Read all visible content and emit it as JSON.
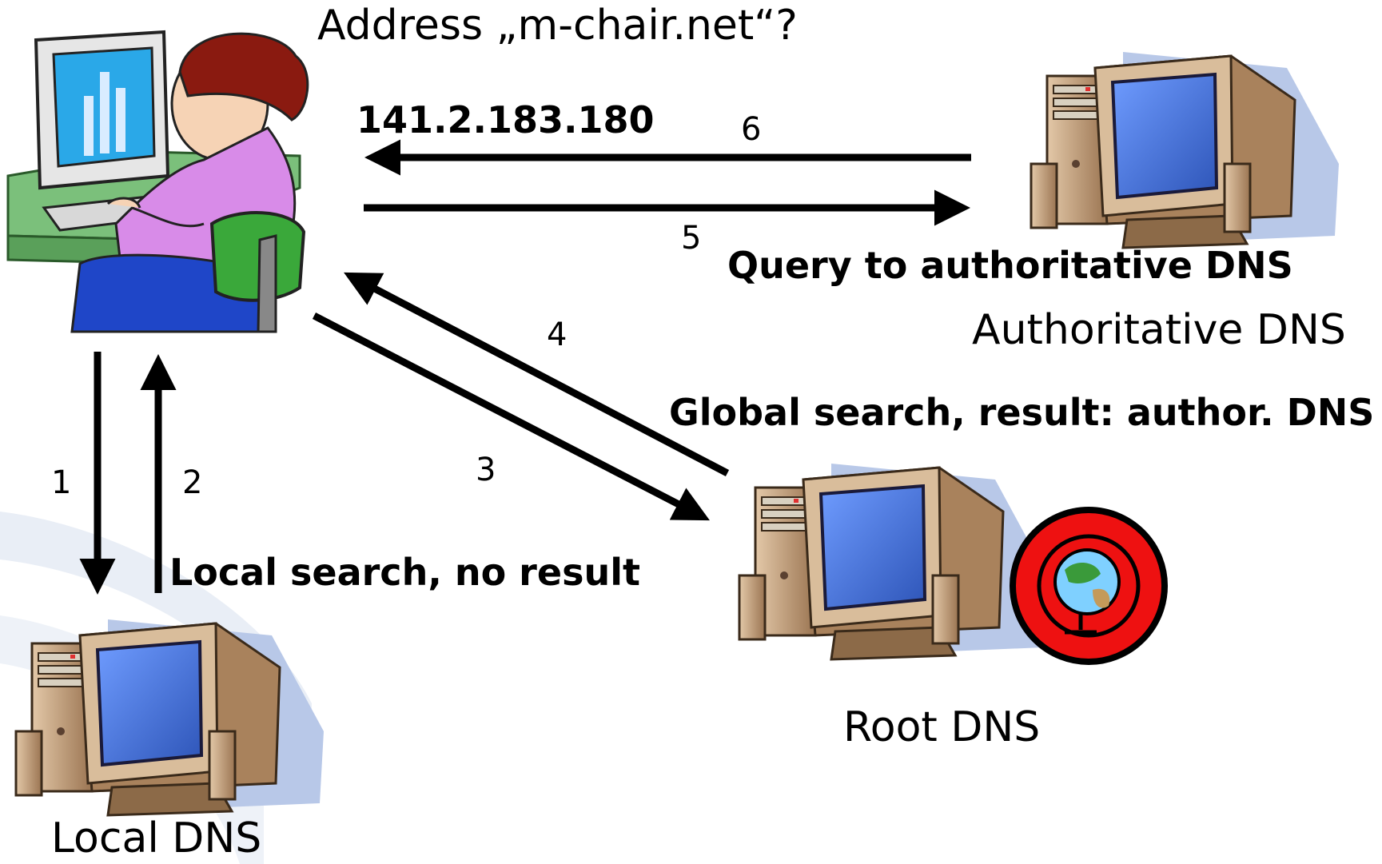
{
  "question": "Address „m-chair.net“?",
  "answer_ip": "141.2.183.180",
  "steps": {
    "s1": "1",
    "s2": "2",
    "s3": "3",
    "s4": "4",
    "s5": "5",
    "s6": "6"
  },
  "annotations": {
    "local_search": "Local search, no result",
    "global_search": "Global search, result: author. DNS",
    "query_authoritative": "Query to authoritative DNS"
  },
  "servers": {
    "local": "Local DNS",
    "root": "Root DNS",
    "authoritative": "Authoritative DNS"
  },
  "colors": {
    "arrow": "#000000",
    "screen": "#4a7de0",
    "case": "#c8a886",
    "shadow": "#b8c8e8",
    "root_badge": "#ee1111",
    "shirt": "#d88be8",
    "hair": "#8a1a10",
    "chair": "#3aa83a"
  },
  "icons": {
    "user": "woman-at-computer-icon",
    "server": "server-computer-icon",
    "globe": "globe-icon"
  }
}
